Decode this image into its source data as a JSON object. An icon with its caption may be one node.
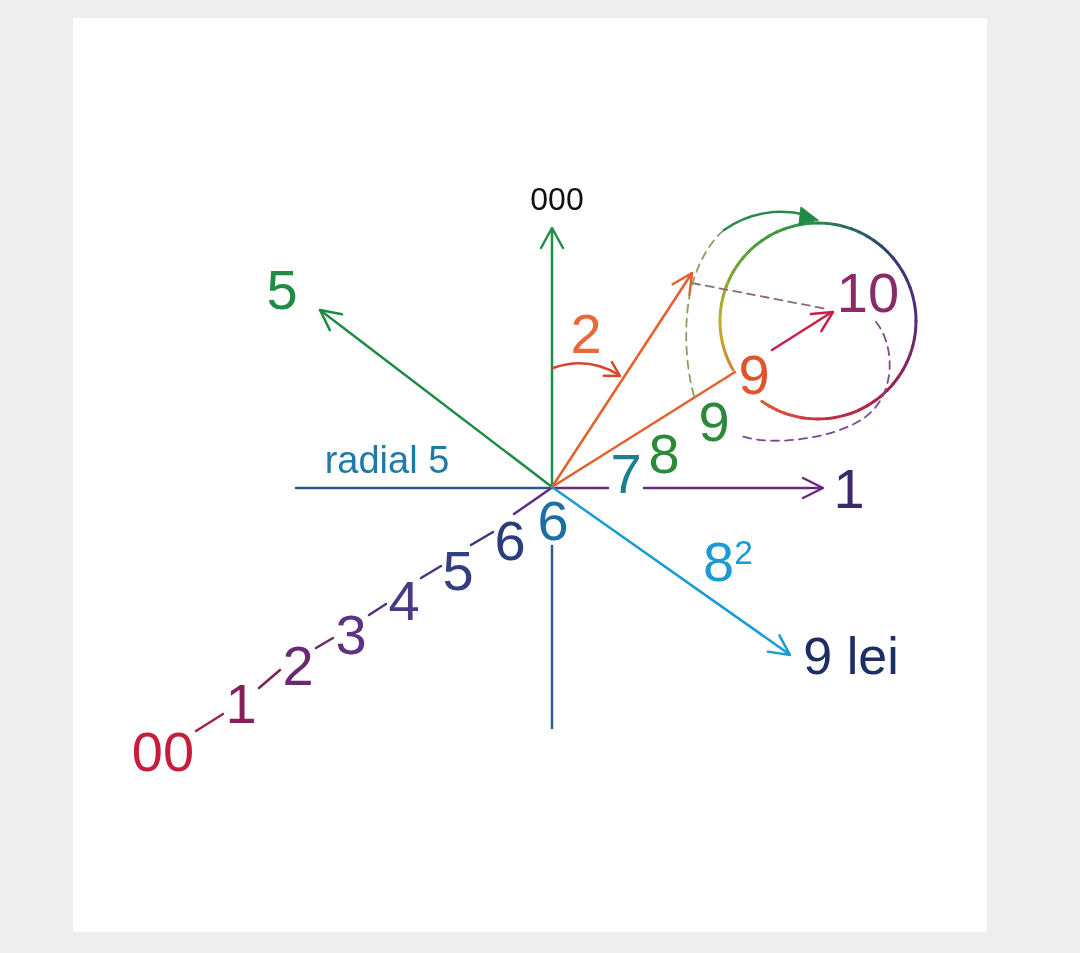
{
  "diagram": {
    "labels": [
      "000",
      "5",
      "10",
      "2",
      "9",
      "9",
      "8",
      "radial 5",
      "7",
      "1",
      "6",
      "6",
      "8$^{2}$",
      "5",
      "4",
      "3",
      "9 lei",
      "2",
      "1",
      "00"
    ]
  }
}
